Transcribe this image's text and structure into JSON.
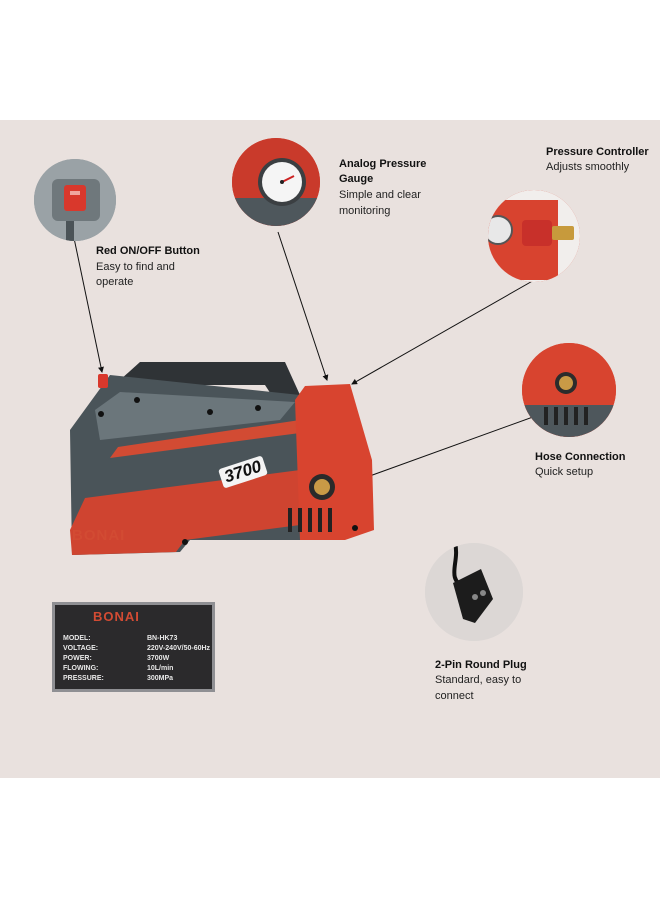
{
  "features": [
    {
      "title": "Red ON/OFF Button",
      "desc_lines": [
        "Easy to find and",
        "operate"
      ]
    },
    {
      "title_lines": [
        "Analog Pressure",
        "Gauge"
      ],
      "desc_lines": [
        "Simple and clear",
        "monitoring"
      ]
    },
    {
      "title": "Pressure Controller",
      "desc_lines": [
        "Adjusts smoothly"
      ]
    },
    {
      "title": "Hose Connection",
      "desc_lines": [
        "Quick setup"
      ]
    },
    {
      "title": "2-Pin Round Plug",
      "desc_lines": [
        "Standard, easy to",
        "connect"
      ]
    }
  ],
  "product": {
    "brand": "BONAI",
    "model_badge": "3700"
  },
  "spec_label": {
    "brand": "BONAI",
    "rows": [
      {
        "label": "MODEL:",
        "value": "BN-HK73"
      },
      {
        "label": "VOLTAGE:",
        "value": "220V-240V/50-60Hz"
      },
      {
        "label": "POWER:",
        "value": "3700W"
      },
      {
        "label": "FLOWING:",
        "value": "10L/min"
      },
      {
        "label": "PRESSURE:",
        "value": "300MPa"
      }
    ]
  },
  "colors": {
    "background": "#e9e1de",
    "body_grey": "#4a5459",
    "accent_red": "#d24b33"
  }
}
